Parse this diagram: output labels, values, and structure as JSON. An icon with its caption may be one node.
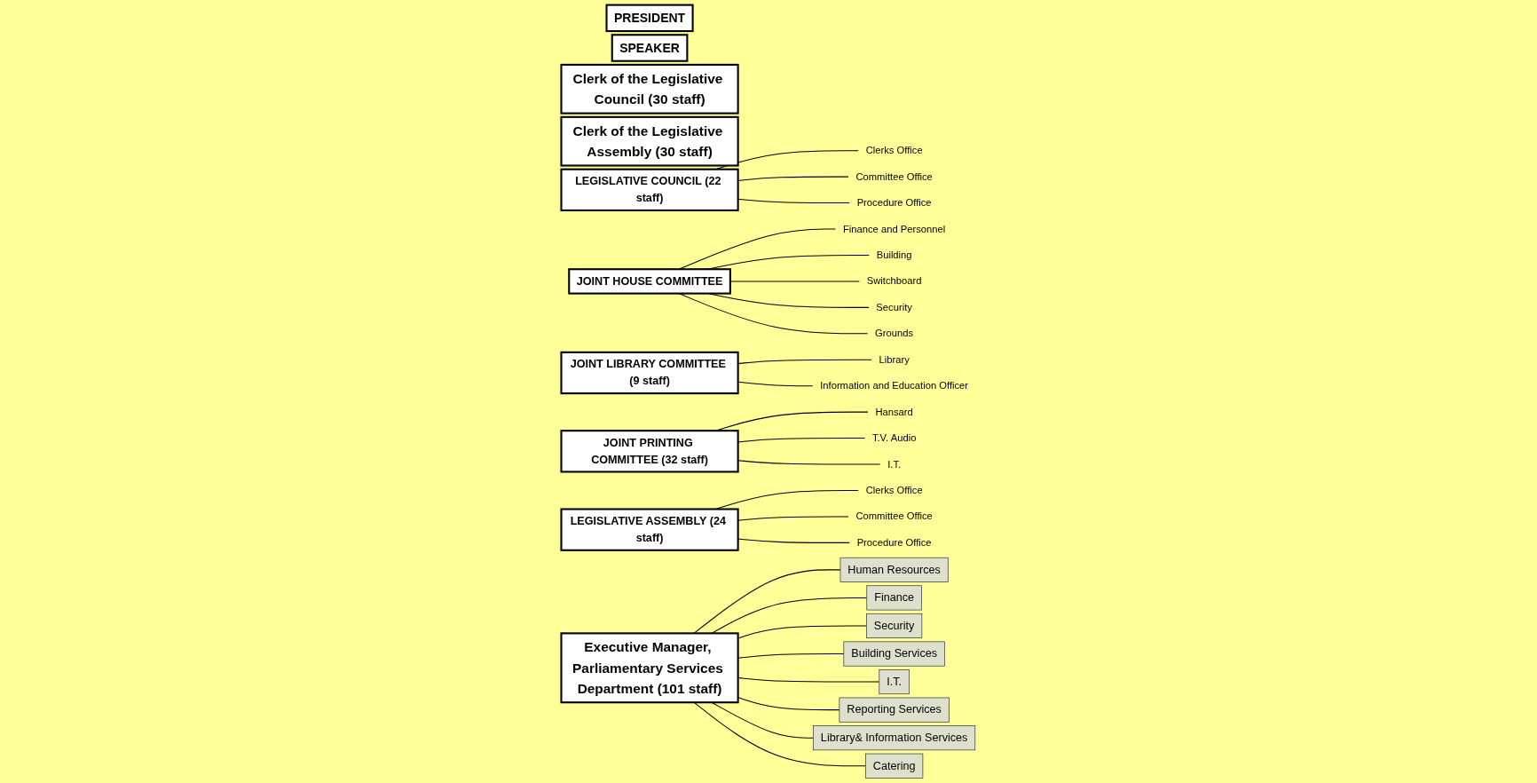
{
  "diagram": {
    "nodes": [
      {
        "text": [
          "PRESIDENT"
        ]
      },
      {
        "text": [
          "SPEAKER"
        ]
      },
      {
        "text": [
          "LEGISLATIVE COUNCIL (22 staff)"
        ]
      },
      {
        "text": [
          "JOINT HOUSE COMMITTEE"
        ]
      },
      {
        "text": [
          "JOINT LIBRARY COMMITTEE (9 staff)"
        ]
      },
      {
        "text": [
          "JOINT PRINTING COMMITTEE (32 staff)"
        ]
      },
      {
        "text": [
          "LEGISLATIVE ASSEMBLY (24 staff)"
        ]
      },
      {
        "text": [
          "Clerk of the Legislative Council (30 staff)"
        ]
      },
      {
        "text": [
          "Executive Manager, Parliamentary Services Department (101 staff)"
        ]
      },
      {
        "text": [
          "Clerk of the Legislative Assembly (30 staff)"
        ]
      },
      {
        "text": [
          "Clerks Office"
        ]
      },
      {
        "text": [
          "Finance and Personnel"
        ]
      },
      {
        "text": [
          "Library"
        ]
      },
      {
        "text": [
          "Hansard"
        ]
      },
      {
        "text": [
          "Clerks Office"
        ]
      },
      {
        "text": [
          "Information and Education Officer"
        ]
      },
      {
        "text": [
          "Committee Office"
        ]
      },
      {
        "text": [
          "Building"
        ]
      },
      {
        "text": [
          "T.V. Audio"
        ]
      },
      {
        "text": [
          "Committee Office"
        ]
      },
      {
        "text": [
          "Procedure Office"
        ]
      },
      {
        "text": [
          "Switchboard"
        ]
      },
      {
        "text": [
          "I.T."
        ]
      },
      {
        "text": [
          "Procedure Office"
        ]
      },
      {
        "text": [
          "Human Resources"
        ]
      },
      {
        "text": [
          "Finance"
        ]
      },
      {
        "text": [
          "Security"
        ]
      },
      {
        "text": [
          "Security"
        ]
      },
      {
        "text": [
          "Building Services"
        ]
      },
      {
        "text": [
          "Grounds"
        ]
      },
      {
        "text": [
          "I.T."
        ]
      },
      {
        "text": [
          "Reporting Services"
        ]
      },
      {
        "text": [
          "Library& Information Services"
        ]
      },
      {
        "text": [
          "Catering"
        ]
      }
    ],
    "edges": [
      {
        "from": 2,
        "to": 10,
        "arrow": "none"
      },
      {
        "from": 2,
        "to": 16,
        "arrow": "none"
      },
      {
        "from": 2,
        "to": 20,
        "arrow": "none"
      },
      {
        "from": 3,
        "to": 11,
        "arrow": "none"
      },
      {
        "from": 3,
        "to": 17,
        "arrow": "none"
      },
      {
        "from": 3,
        "to": 21,
        "arrow": "none"
      },
      {
        "from": 3,
        "to": 26,
        "arrow": "none"
      },
      {
        "from": 3,
        "to": 29,
        "arrow": "none"
      },
      {
        "from": 4,
        "to": 12,
        "arrow": "none"
      },
      {
        "from": 4,
        "to": 15,
        "arrow": "none"
      },
      {
        "from": 5,
        "to": 13,
        "arrow": "none"
      },
      {
        "from": 5,
        "to": 18,
        "arrow": "none"
      },
      {
        "from": 5,
        "to": 22,
        "arrow": "none"
      },
      {
        "from": 6,
        "to": 14,
        "arrow": "none"
      },
      {
        "from": 6,
        "to": 19,
        "arrow": "none"
      },
      {
        "from": 6,
        "to": 23,
        "arrow": "none"
      },
      {
        "from": 8,
        "to": 24,
        "arrow": "none"
      },
      {
        "from": 8,
        "to": 25,
        "arrow": "none"
      },
      {
        "from": 8,
        "to": 27,
        "arrow": "none"
      },
      {
        "from": 8,
        "to": 28,
        "arrow": "none"
      },
      {
        "from": 8,
        "to": 30,
        "arrow": "none"
      },
      {
        "from": 8,
        "to": 31,
        "arrow": "none"
      },
      {
        "from": 8,
        "to": 32,
        "arrow": "none"
      },
      {
        "from": 8,
        "to": 33,
        "arrow": "none"
      }
    ]
  }
}
